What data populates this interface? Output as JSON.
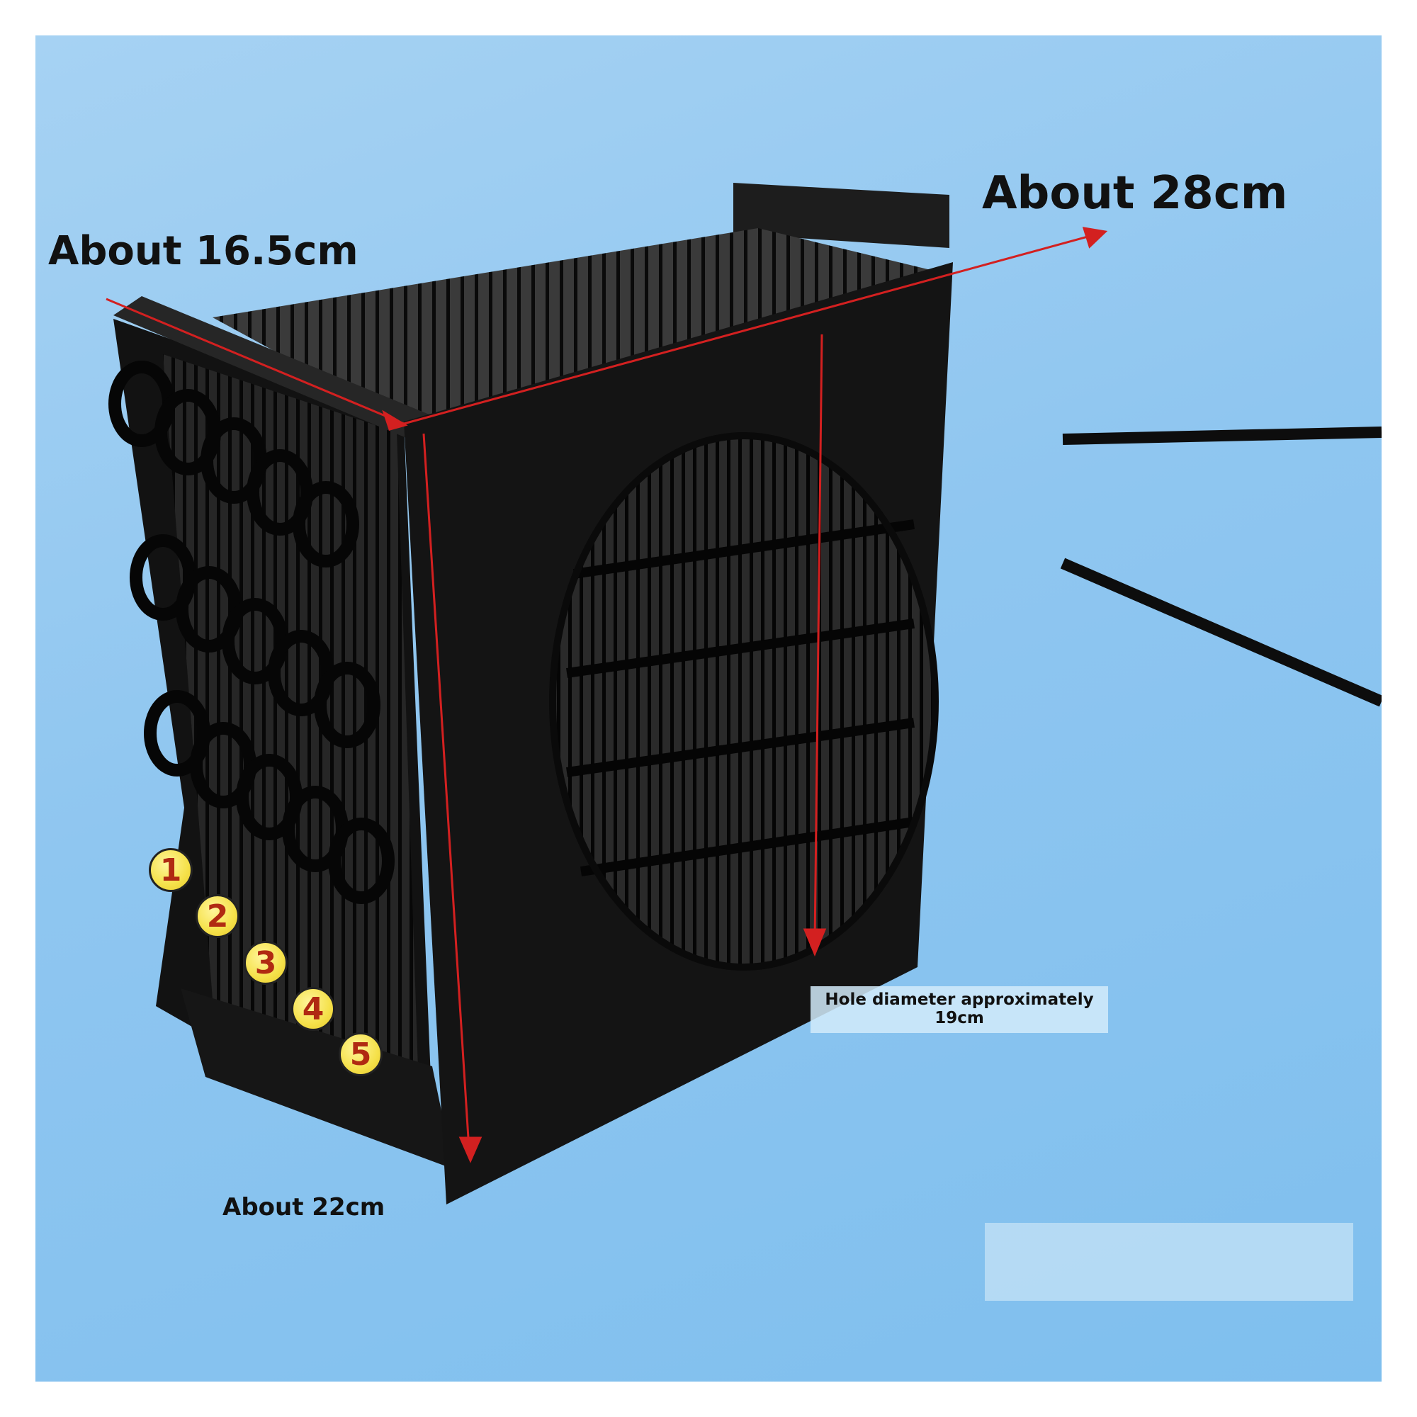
{
  "labels": {
    "length": "About 28cm",
    "depth": "About 16.5cm",
    "height": "About 22cm",
    "hole_line1": "Hole diameter approximately",
    "hole_line2": "19cm"
  },
  "badges": [
    "1",
    "2",
    "3",
    "4",
    "5"
  ],
  "colors": {
    "background": "#8fc6f0",
    "object": "#151515",
    "annotation_red": "#d32020",
    "badge_fill": "#f5e14a",
    "badge_text": "#b02a12"
  }
}
